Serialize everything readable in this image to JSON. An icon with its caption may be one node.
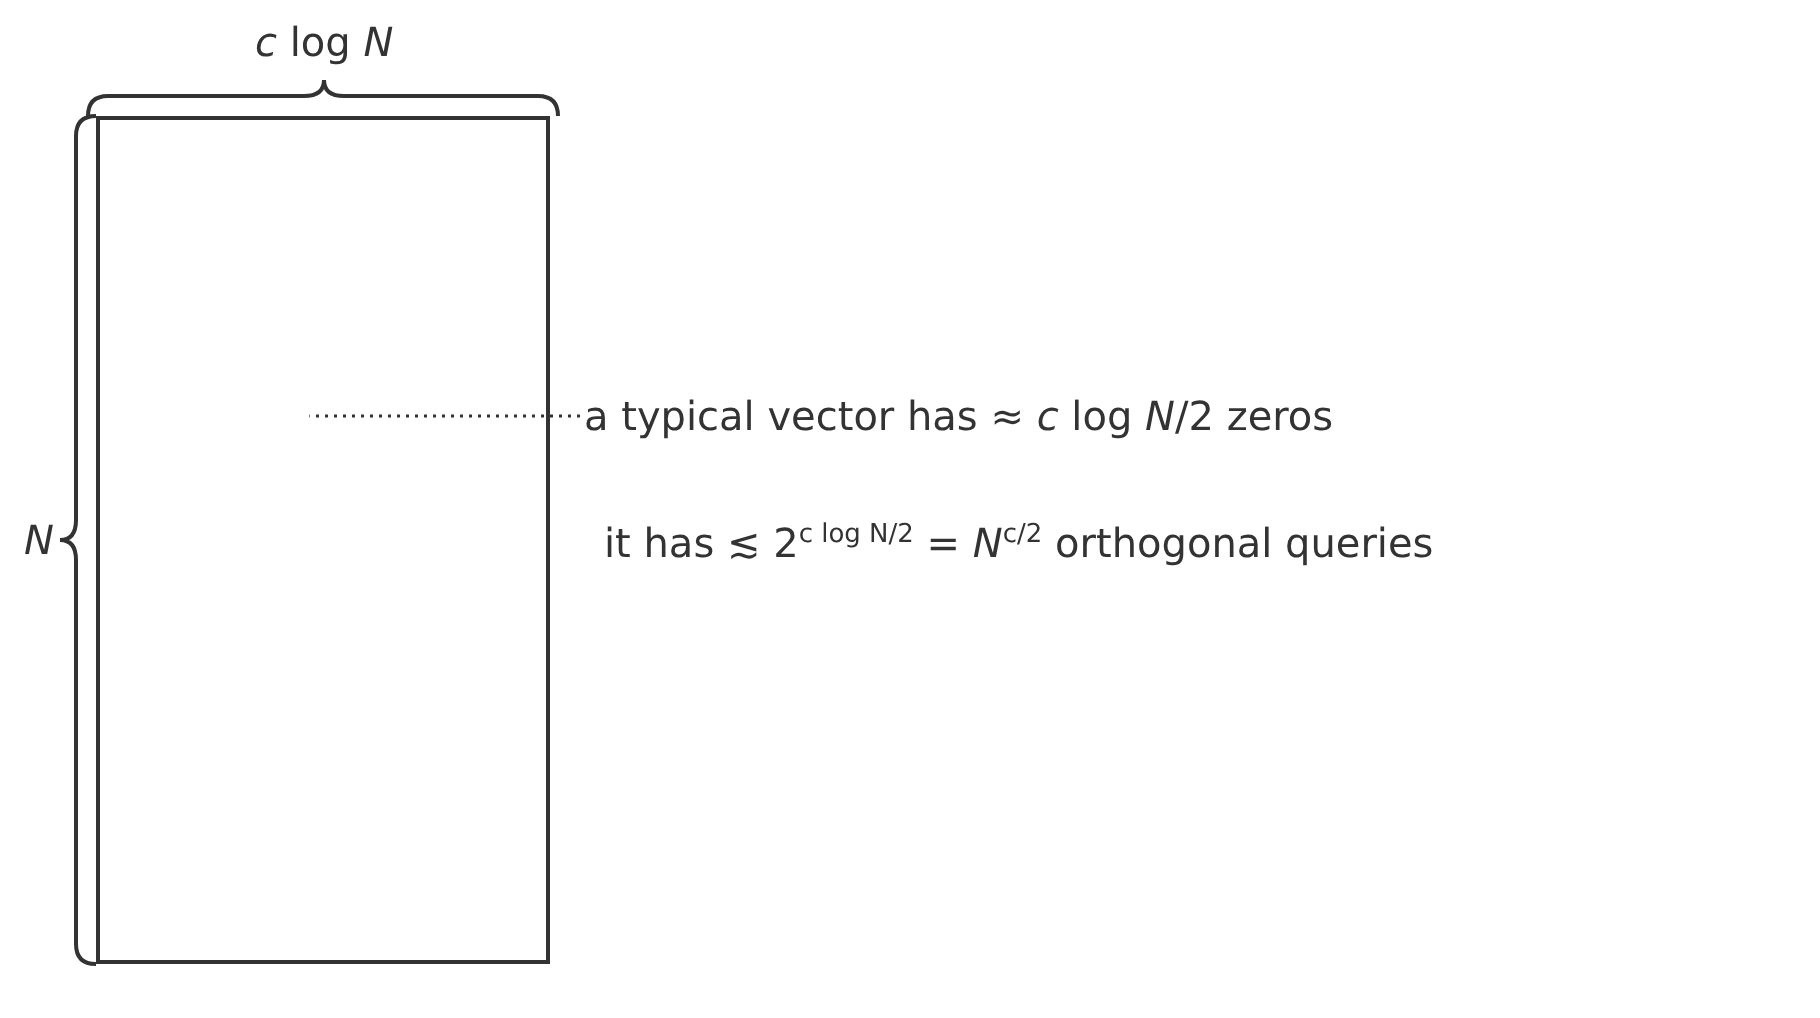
{
  "diagram": {
    "nodes": [
      {
        "text": [],
        "shape": "box"
      },
      {
        "text": [
          "a typical vector has ≈ *c* log *N*/2 zeros"
        ]
      }
    ],
    "edges": [
      {
        "from": 1,
        "to": 0,
        "arrow": "none",
        "style": "dashed"
      }
    ],
    "labels": [
      "*c* log *N*",
      "*N*",
      "it has ≲ 2$^{c log N/2}$ = *N*$^{c/2}$ orthogonal queries"
    ]
  }
}
